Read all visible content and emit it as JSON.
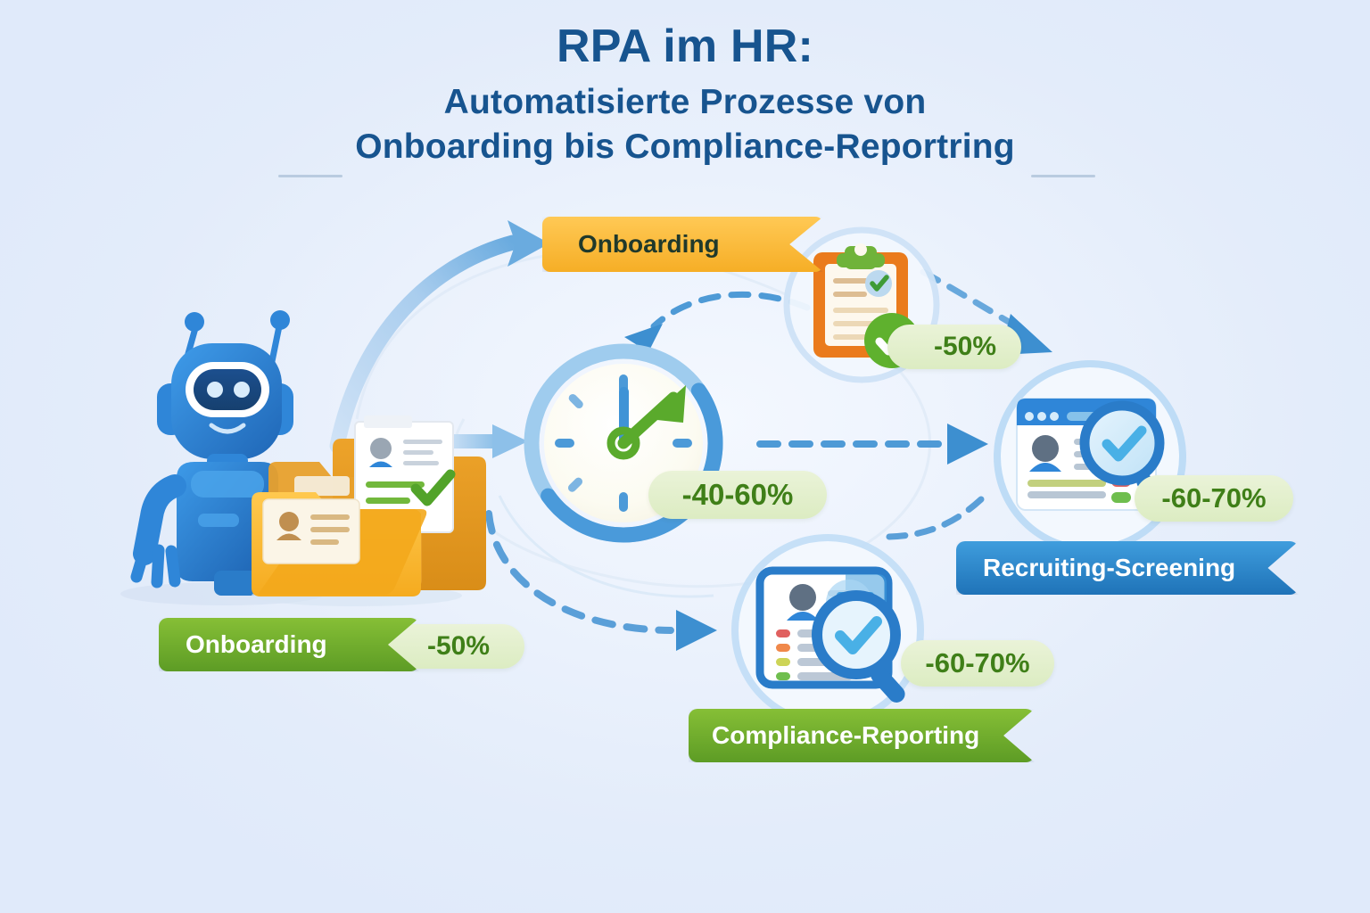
{
  "title": {
    "line1": "RPA im HR:",
    "line2": "Automatisierte Prozesse von",
    "line3": "Onboarding bis Compliance-Reportring"
  },
  "colors": {
    "background": "#e7effb",
    "title_blue": "#17548f",
    "accent_blue": "#2f86cd",
    "accent_green": "#5d9c25",
    "accent_orange": "#f6ae26",
    "pill_bg": "#e2eece",
    "pill_text": "#3f7f18"
  },
  "nodes": [
    {
      "id": "onboarding-top",
      "label": "Onboarding",
      "badge_style": "ribbon-orange",
      "metric": "-50%",
      "icon": "clipboard-check-icon"
    },
    {
      "id": "onboarding-left",
      "label": "Onboarding",
      "badge_style": "ribbon-green",
      "metric": "-50%",
      "icon": "folder-documents-icon"
    },
    {
      "id": "recruiting-screening",
      "label": "Recruiting-Screening",
      "badge_style": "ribbon-blue",
      "metric": "-60-70%",
      "icon": "browser-profile-search-icon"
    },
    {
      "id": "compliance-reporting",
      "label": "Compliance-Reporting",
      "badge_style": "ribbon-green",
      "metric": "-60-70%",
      "icon": "document-profile-search-icon"
    },
    {
      "id": "time-savings",
      "label": "",
      "badge_style": "none",
      "metric": "-40-60%",
      "icon": "clock-arrow-icon"
    }
  ],
  "metrics": {
    "onboarding_top": "-50%",
    "onboarding_left": "-50%",
    "clock": "-40-60%",
    "recruiting": "-60-70%",
    "compliance": "-60-70%"
  },
  "labels": {
    "onboarding_top": "Onboarding",
    "onboarding_left": "Onboarding",
    "recruiting": "Recruiting-Screening",
    "compliance": "Compliance-Reporting"
  },
  "icons": {
    "robot": "robot-mascot-icon",
    "folder": "folder-documents-icon",
    "clock": "clock-arrow-icon",
    "clipboard": "clipboard-check-icon",
    "browser_search": "browser-profile-search-icon",
    "doc_search": "document-profile-search-icon",
    "check_badge": "green-check-badge-icon"
  }
}
